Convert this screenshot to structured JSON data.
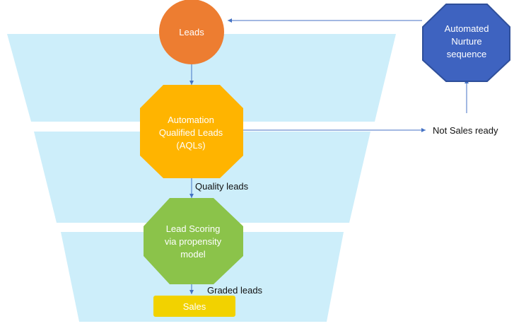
{
  "nodes": {
    "leads": {
      "label": "Leads",
      "color": "#ed7d31"
    },
    "aql": {
      "label_lines": [
        "Automation",
        "Qualified Leads",
        "(AQLs)"
      ],
      "color": "#ffb400"
    },
    "scoring": {
      "label_lines": [
        "Lead Scoring",
        "via propensity",
        "model"
      ],
      "color": "#8bc34a"
    },
    "sales": {
      "label": "Sales",
      "color": "#f2d200",
      "text_color": "#ffffff"
    },
    "nurture": {
      "label_lines": [
        "Automated",
        "Nurture",
        "sequence"
      ],
      "color": "#3e63c0",
      "border_color": "#2f4f9a"
    }
  },
  "edge_labels": {
    "not_sales_ready": "Not Sales ready",
    "quality_leads": "Quality leads",
    "graded_leads": "Graded leads"
  },
  "colors": {
    "funnel_fill": "#cdeefa",
    "arrow": "#4472c4"
  }
}
